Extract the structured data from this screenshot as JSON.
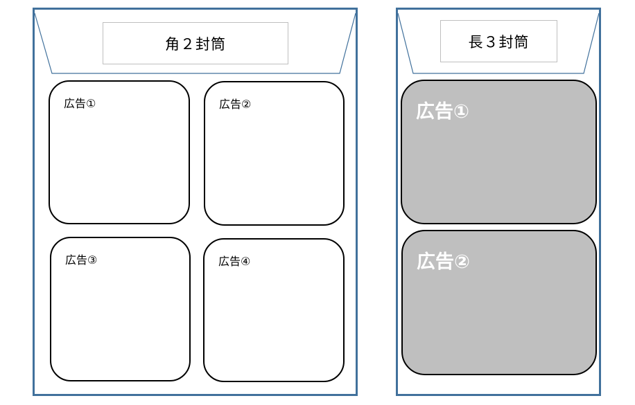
{
  "envelopes": [
    {
      "title": "角２封筒",
      "ads": [
        {
          "label": "広告①"
        },
        {
          "label": "広告②"
        },
        {
          "label": "広告③"
        },
        {
          "label": "広告④"
        }
      ]
    },
    {
      "title": "長３封筒",
      "ads": [
        {
          "label": "広告①"
        },
        {
          "label": "広告②"
        }
      ]
    }
  ],
  "colors": {
    "envelope_border": "#41719c",
    "title_border": "#bfbfbf",
    "ad_border": "#000000",
    "highlight_fill": "#bfbfbf",
    "highlight_text": "#ffffff"
  }
}
